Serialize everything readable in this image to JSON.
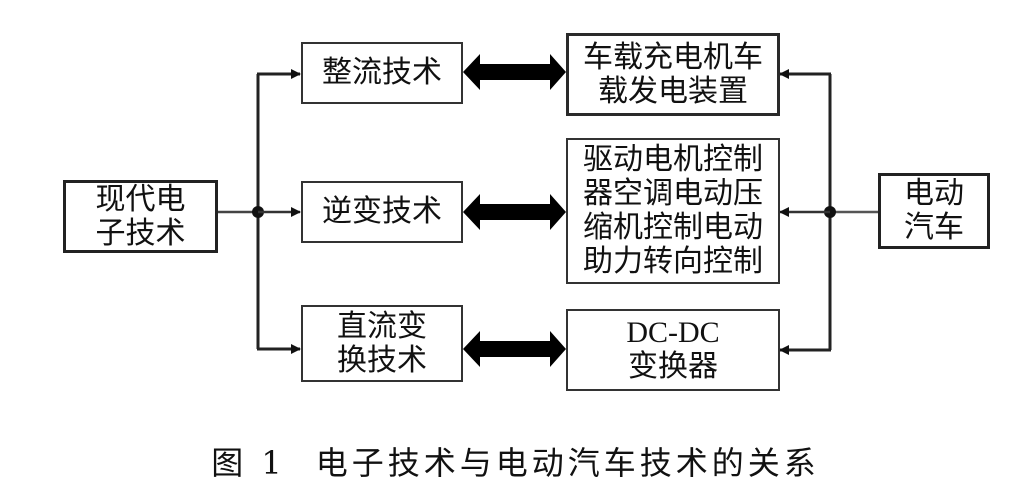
{
  "diagram": {
    "source": {
      "lines": [
        "现代电",
        "子技术"
      ]
    },
    "target": {
      "lines": [
        "电动",
        "汽车"
      ]
    },
    "technologies": [
      {
        "lines": [
          "整流技术"
        ]
      },
      {
        "lines": [
          "逆变技术"
        ]
      },
      {
        "lines": [
          "直流变",
          "换技术"
        ]
      }
    ],
    "applications": [
      {
        "lines": [
          "车载充电机车",
          "载发电装置"
        ]
      },
      {
        "lines": [
          "驱动电机控制",
          "器空调电动压",
          "缩机控制电动",
          "助力转向控制"
        ]
      },
      {
        "lines": [
          "DC-DC",
          "变换器"
        ]
      }
    ],
    "edges": [
      {
        "from": "现代电子技术",
        "to": "整流技术",
        "type": "arrow"
      },
      {
        "from": "现代电子技术",
        "to": "逆变技术",
        "type": "arrow"
      },
      {
        "from": "现代电子技术",
        "to": "直流变换技术",
        "type": "arrow"
      },
      {
        "from": "整流技术",
        "to": "车载充电机车载发电装置",
        "type": "bidirectional"
      },
      {
        "from": "逆变技术",
        "to": "驱动电机控制器空调电动压缩机控制电动助力转向控制",
        "type": "bidirectional"
      },
      {
        "from": "直流变换技术",
        "to": "DC-DC变换器",
        "type": "bidirectional"
      },
      {
        "from": "电动汽车",
        "to": "车载充电机车载发电装置",
        "type": "arrow"
      },
      {
        "from": "电动汽车",
        "to": "驱动电机控制器空调电动压缩机控制电动助力转向控制",
        "type": "arrow"
      },
      {
        "from": "电动汽车",
        "to": "DC-DC变换器",
        "type": "arrow"
      }
    ]
  },
  "caption": {
    "number": "图 1",
    "title": "电子技术与电动汽车技术的关系"
  }
}
